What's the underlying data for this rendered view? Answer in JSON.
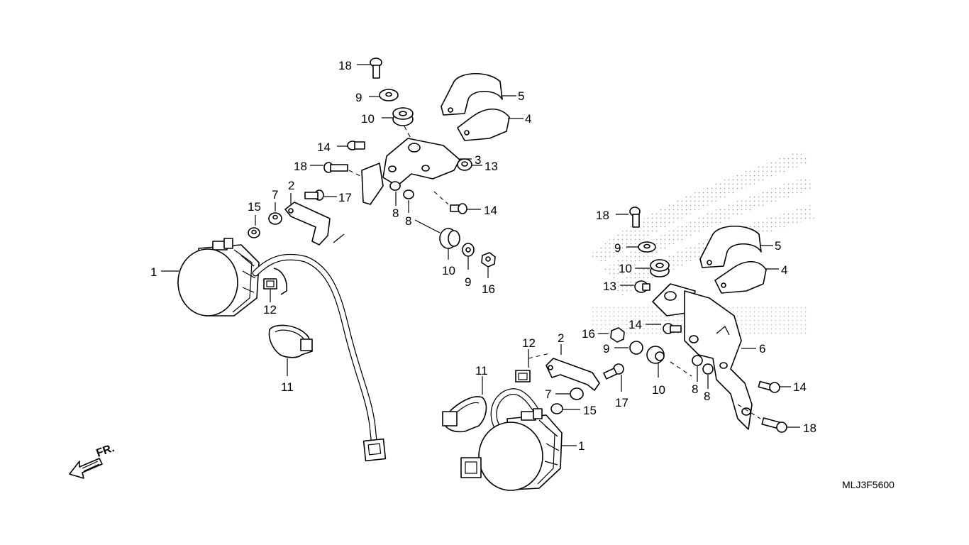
{
  "diagram": {
    "code": "MLJ3F5600",
    "front_marker": "FR.",
    "left_assembly_callouts": [
      "18",
      "9",
      "10",
      "14",
      "18",
      "2",
      "7",
      "15",
      "17",
      "8",
      "8",
      "3",
      "5",
      "4",
      "13",
      "14",
      "10",
      "9",
      "16",
      "1",
      "12",
      "11"
    ],
    "right_assembly_callouts": [
      "18",
      "9",
      "10",
      "13",
      "5",
      "4",
      "14",
      "16",
      "9",
      "12",
      "2",
      "11",
      "7",
      "15",
      "17",
      "10",
      "8",
      "8",
      "6",
      "14",
      "18",
      "1"
    ]
  }
}
